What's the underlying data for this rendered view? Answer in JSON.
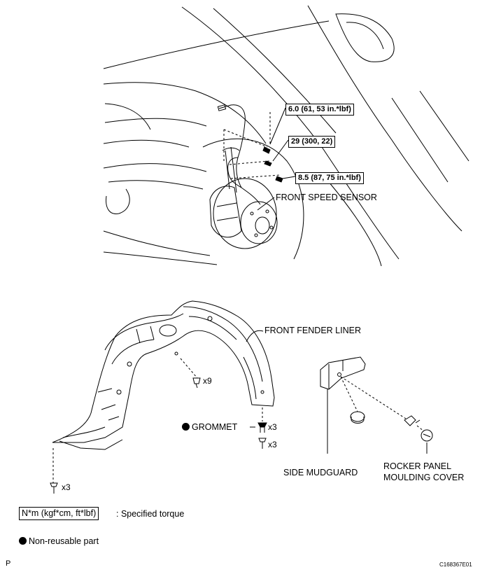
{
  "torque_specs": {
    "t1": "6.0 (61, 53 in.*lbf)",
    "t2": "29 (300, 22)",
    "t3": "8.5 (87, 75 in.*lbf)"
  },
  "labels": {
    "front_speed_sensor": "FRONT SPEED SENSOR",
    "front_fender_liner": "FRONT FENDER LINER",
    "grommet": "GROMMET",
    "side_mudguard": "SIDE MUDGUARD",
    "rocker_panel_line1": "ROCKER PANEL",
    "rocker_panel_line2": "MOULDING COVER"
  },
  "counts": {
    "liner_clip": "x9",
    "grommet": "x3",
    "screw_below_grommet": "x3",
    "liner_bottom": "x3"
  },
  "legend": {
    "torque_unit": "N*m (kgf*cm, ft*lbf)",
    "torque_desc": ": Specified torque",
    "non_reusable": "Non-reusable part"
  },
  "footer": {
    "left": "P",
    "right": "C168367E01"
  }
}
